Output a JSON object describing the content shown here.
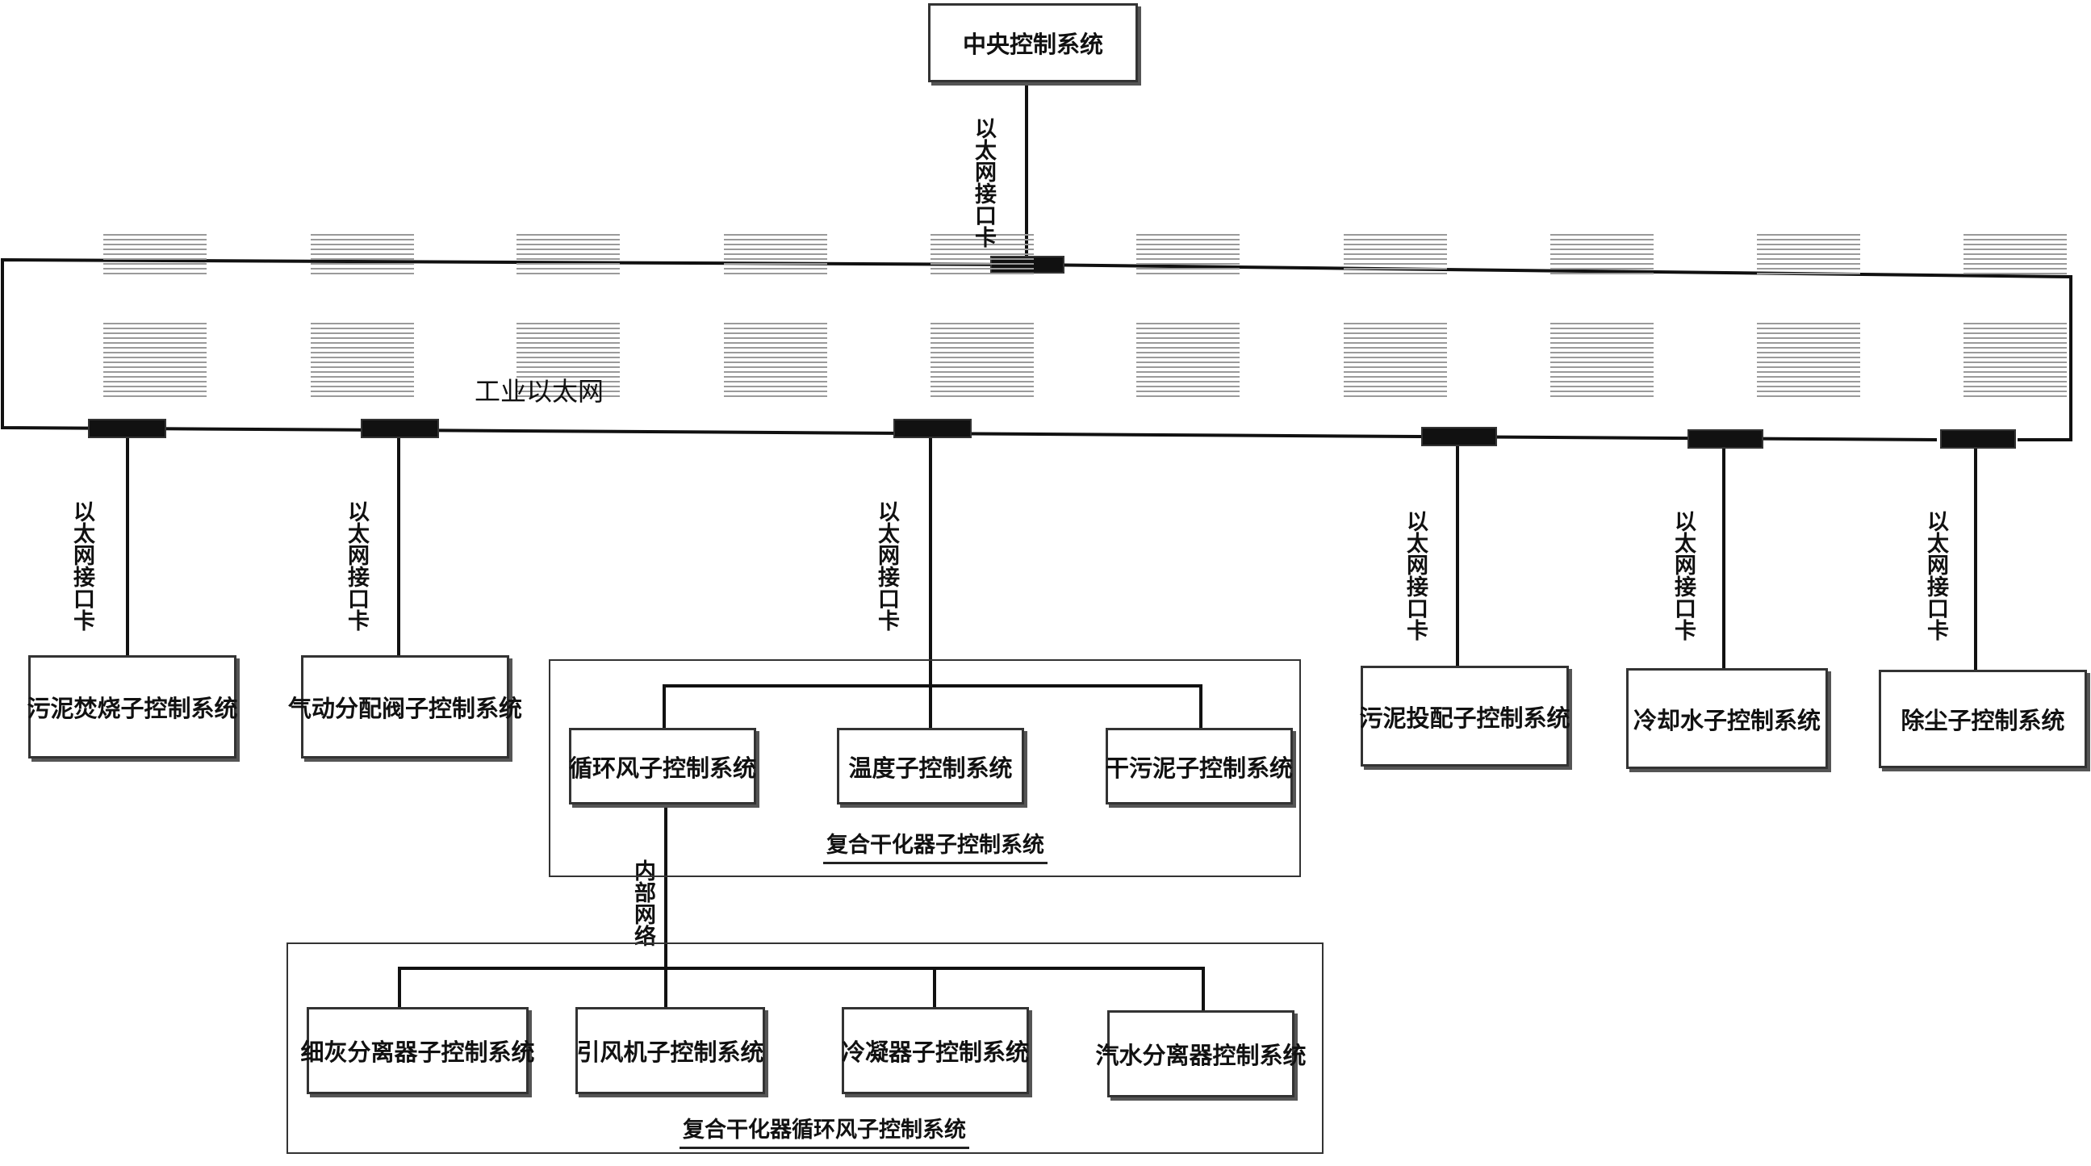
{
  "central": {
    "label": "中央控制系统"
  },
  "network": {
    "label": "工业以太网"
  },
  "interface_card_label": "以太网接口卡",
  "internal_network_label": "内部网络",
  "subsystems": [
    {
      "id": "sludge-incineration",
      "label": "污泥焚烧子控制系统"
    },
    {
      "id": "pneumatic-valve",
      "label": "气动分配阀子控制系统"
    },
    {
      "id": "sludge-dosing",
      "label": "污泥投配子控制系统"
    },
    {
      "id": "cooling-water",
      "label": "冷却水子控制系统"
    },
    {
      "id": "dust-removal",
      "label": "除尘子控制系统"
    }
  ],
  "dryer_group": {
    "title": "复合干化器子控制系统",
    "children": [
      {
        "id": "circulating-fan",
        "label": "循环风子控制系统"
      },
      {
        "id": "temperature",
        "label": "温度子控制系统"
      },
      {
        "id": "dry-sludge",
        "label": "干污泥子控制系统"
      }
    ]
  },
  "fan_group": {
    "title": "复合干化器循环风子控制系统",
    "children": [
      {
        "id": "fine-ash-separator",
        "label": "细灰分离器子控制系统"
      },
      {
        "id": "induced-fan",
        "label": "引风机子控制系统"
      },
      {
        "id": "condenser",
        "label": "冷凝器子控制系统"
      },
      {
        "id": "steam-water-separator",
        "label": "汽水分离器控制系统"
      }
    ]
  }
}
